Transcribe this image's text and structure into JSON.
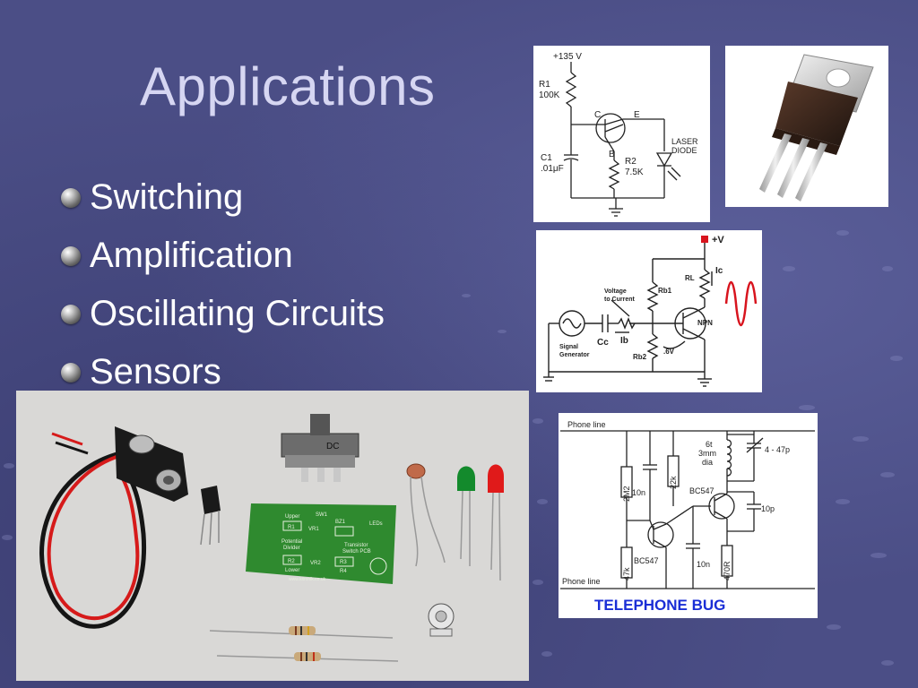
{
  "slide": {
    "title": "Applications",
    "bullets": [
      {
        "label": "Switching"
      },
      {
        "label": "Amplification"
      },
      {
        "label": "Oscillating Circuits"
      },
      {
        "label": "Sensors"
      }
    ]
  },
  "laser_circuit": {
    "supply": "+135 V",
    "r1_name": "R1",
    "r1_value": "100K",
    "c1_name": "C1",
    "c1_value": ".01μF",
    "r2_name": "R2",
    "r2_value": "7.5K",
    "pin_c": "C",
    "pin_e": "E",
    "pin_b": "B",
    "laser_line1": "LASER",
    "laser_line2": "DIODE"
  },
  "amp_circuit": {
    "supply": "+V",
    "rb1": "Rb1",
    "rl": "RL",
    "ic": "Ic",
    "vtc_line1": "Voltage",
    "vtc_line2": "to Current",
    "npn": "NPN",
    "sig_line1": "Signal",
    "sig_line2": "Generator",
    "cc": "Cc",
    "ib": "Ib",
    "rb2": "Rb2",
    "v6": ".6V"
  },
  "bug_circuit": {
    "phone_line_top": "Phone line",
    "phone_line_bottom": "Phone line",
    "r_2m2": "2M2",
    "c_10n_left": "10n",
    "r_22k": "22k",
    "coil_line1": "6t",
    "coil_line2": "3mm",
    "coil_line3": "dia",
    "trim_cap": "4 - 47p",
    "q2": "BC547",
    "c_10p": "10p",
    "r_47k": "47k",
    "q1": "BC547",
    "c_10n_mid": "10n",
    "r_470r": "470R",
    "title": "TELEPHONE BUG"
  },
  "kit_photo": {
    "switch_label": "DC",
    "pcb_upper": "Upper",
    "pcb_sw1": "SW1",
    "pcb_bz1": "BZ1",
    "pcb_leds": "LEDs",
    "pcb_r1": "R1",
    "pcb_vr1": "VR1",
    "pcb_pot_line1": "Potential",
    "pcb_pot_line2": "Divider",
    "pcb_ts_line1": "Transistor",
    "pcb_ts_line2": "Switch PCB",
    "pcb_r2": "R2",
    "pcb_vr2": "VR2",
    "pcb_r3": "R3",
    "pcb_r4": "R4",
    "pcb_lower": "Lower",
    "pcb_url": "www.kitronik.co.uk"
  },
  "colors": {
    "background": "#4b4e86",
    "title_text": "#d6d6f2",
    "bullet_text": "#ffffff",
    "pcb_green": "#2f8a2f",
    "led_red": "#e01a1a",
    "led_green": "#138a2c",
    "bug_title": "#1a2ed6",
    "signal_wave": "#d8141e",
    "supply_marker": "#d8141e"
  }
}
